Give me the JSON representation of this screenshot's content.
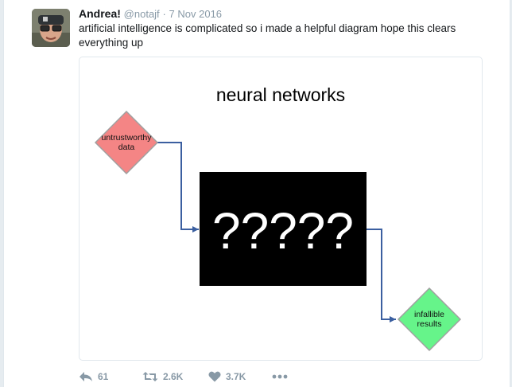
{
  "tweet": {
    "name": "Andrea!",
    "handle": "@notajf",
    "separator": "·",
    "date": "7 Nov 2016",
    "text": "artificial intelligence is complicated so i made a helpful diagram hope this clears everything up",
    "avatar_icon": "user-avatar"
  },
  "diagram": {
    "title": "neural networks",
    "input_label_line1": "untrustworthy",
    "input_label_line2": "data",
    "box_text": "?????",
    "output_label_line1": "infallible",
    "output_label_line2": "results",
    "colors": {
      "input_fill": "#f48585",
      "output_fill": "#66f48a",
      "box_fill": "#000000",
      "connector": "#3b5fa0"
    }
  },
  "actions": {
    "reply_count": "61",
    "retweet_count": "2.6K",
    "like_count": "3.7K",
    "reply_icon": "reply-icon",
    "retweet_icon": "retweet-icon",
    "like_icon": "heart-icon",
    "more_icon": "more-icon"
  }
}
